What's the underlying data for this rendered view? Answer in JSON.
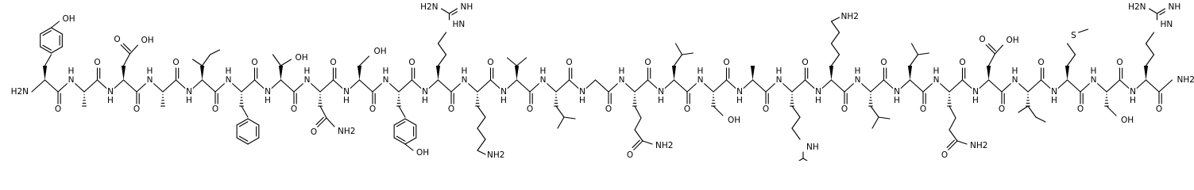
{
  "structure": {
    "description_label": "",
    "colors": {
      "ink": "#000000",
      "background": "#ffffff"
    },
    "terminal_labels": {
      "n_terminus": "H2N",
      "c_terminus": "NH2"
    },
    "residues": [
      {
        "code": "Y",
        "backbone_nh": "",
        "sidechain_label": "OH"
      },
      {
        "code": "A",
        "backbone_nh": "H",
        "sidechain_label": ""
      },
      {
        "code": "D",
        "backbone_nh": "H",
        "sidechain_label": "OH"
      },
      {
        "code": "A",
        "backbone_nh": "H",
        "sidechain_label": ""
      },
      {
        "code": "I",
        "backbone_nh": "H",
        "sidechain_label": ""
      },
      {
        "code": "F",
        "backbone_nh": "H",
        "sidechain_label": ""
      },
      {
        "code": "T",
        "backbone_nh": "H",
        "sidechain_label": "OH"
      },
      {
        "code": "N",
        "backbone_nh": "H",
        "sidechain_label": "NH2"
      },
      {
        "code": "S",
        "backbone_nh": "H",
        "sidechain_label": "OH"
      },
      {
        "code": "Y",
        "backbone_nh": "H",
        "sidechain_label": "OH"
      },
      {
        "code": "R",
        "backbone_nh": "H",
        "sidechain_label": "HN"
      },
      {
        "code": "K",
        "backbone_nh": "H",
        "sidechain_label": "NH2"
      },
      {
        "code": "V",
        "backbone_nh": "H",
        "sidechain_label": ""
      },
      {
        "code": "L",
        "backbone_nh": "H",
        "sidechain_label": ""
      },
      {
        "code": "G",
        "backbone_nh": "H",
        "sidechain_label": ""
      },
      {
        "code": "Q",
        "backbone_nh": "H",
        "sidechain_label": "NH2"
      },
      {
        "code": "L",
        "backbone_nh": "H",
        "sidechain_label": ""
      },
      {
        "code": "S",
        "backbone_nh": "H",
        "sidechain_label": "OH"
      },
      {
        "code": "A",
        "backbone_nh": "H",
        "sidechain_label": ""
      },
      {
        "code": "R",
        "backbone_nh": "H",
        "sidechain_label": "NH"
      },
      {
        "code": "K",
        "backbone_nh": "H",
        "sidechain_label": "NH2"
      },
      {
        "code": "L",
        "backbone_nh": "H",
        "sidechain_label": ""
      },
      {
        "code": "L",
        "backbone_nh": "H",
        "sidechain_label": ""
      },
      {
        "code": "Q",
        "backbone_nh": "H",
        "sidechain_label": "NH2"
      },
      {
        "code": "D",
        "backbone_nh": "H",
        "sidechain_label": "OH"
      },
      {
        "code": "I",
        "backbone_nh": "H",
        "sidechain_label": ""
      },
      {
        "code": "M",
        "backbone_nh": "H",
        "sidechain_label": "S"
      },
      {
        "code": "S",
        "backbone_nh": "H",
        "sidechain_label": "OH"
      },
      {
        "code": "R",
        "backbone_nh": "H",
        "sidechain_label": "HN"
      }
    ],
    "atom_labels": {
      "N": "N",
      "H": "H",
      "O": "O",
      "OH": "OH",
      "NH": "NH",
      "HN": "HN",
      "NH2": "NH2",
      "H2N": "H2N",
      "S": "S"
    }
  }
}
